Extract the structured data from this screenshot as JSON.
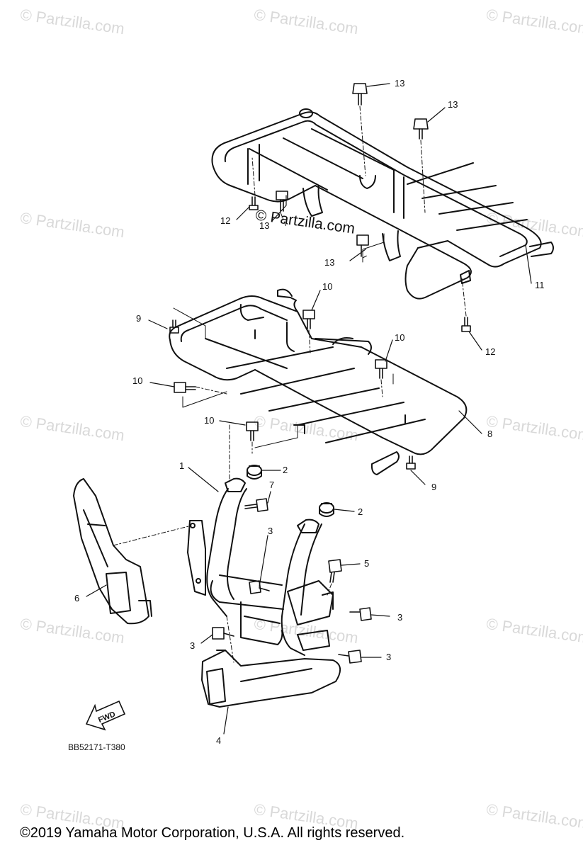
{
  "watermark_text": "© Partzilla.com",
  "center_watermark": "© Partzilla.com",
  "diagram_code": "BB52171-T380",
  "fwd_label": "FWD",
  "copyright": "©2019  Yamaha Motor Corporation, U.S.A. All rights reserved.",
  "callouts": [
    "13",
    "13",
    "13",
    "13",
    "12",
    "12",
    "11",
    "9",
    "9",
    "10",
    "10",
    "10",
    "10",
    "8",
    "1",
    "2",
    "2",
    "7",
    "3",
    "3",
    "3",
    "3",
    "5",
    "6",
    "4"
  ]
}
